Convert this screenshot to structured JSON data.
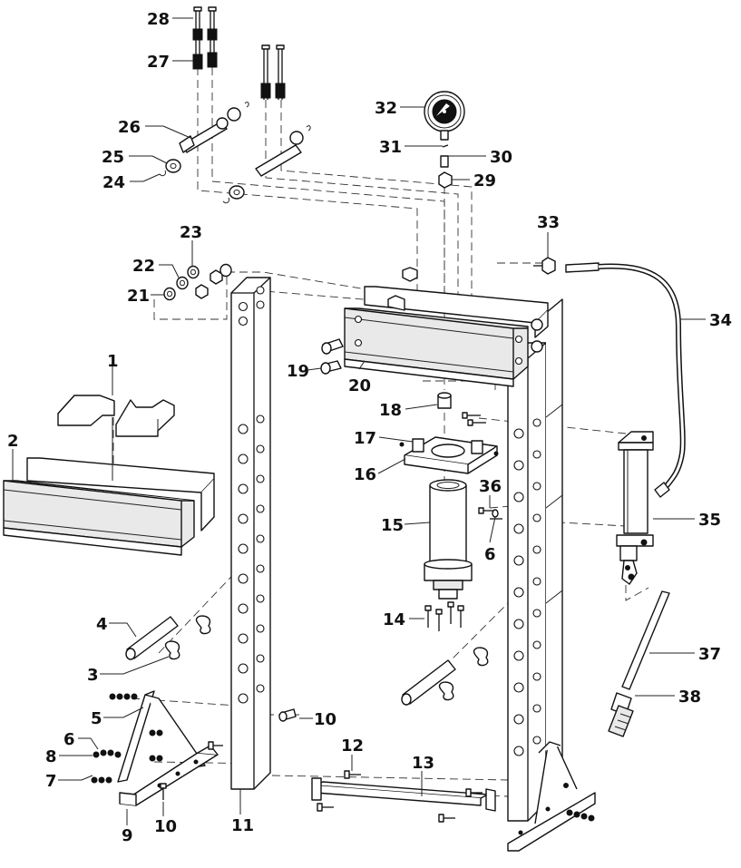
{
  "labels": {
    "p1": "1",
    "p2": "2",
    "p3": "3",
    "p4": "4",
    "p5": "5",
    "p6a": "6",
    "p6b": "6",
    "p7": "7",
    "p8": "8",
    "p9": "9",
    "p10a": "10",
    "p10b": "10",
    "p11": "11",
    "p12": "12",
    "p13": "13",
    "p14": "14",
    "p15": "15",
    "p16": "16",
    "p17": "17",
    "p18": "18",
    "p19": "19",
    "p20": "20",
    "p21": "21",
    "p22": "22",
    "p23": "23",
    "p24": "24",
    "p25": "25",
    "p26": "26",
    "p27": "27",
    "p28": "28",
    "p29": "29",
    "p30": "30",
    "p31": "31",
    "p32": "32",
    "p33": "33",
    "p34": "34",
    "p35": "35",
    "p36": "36",
    "p37": "37",
    "p38": "38"
  },
  "colors": {
    "ink": "#111111",
    "paper": "#ffffff"
  }
}
